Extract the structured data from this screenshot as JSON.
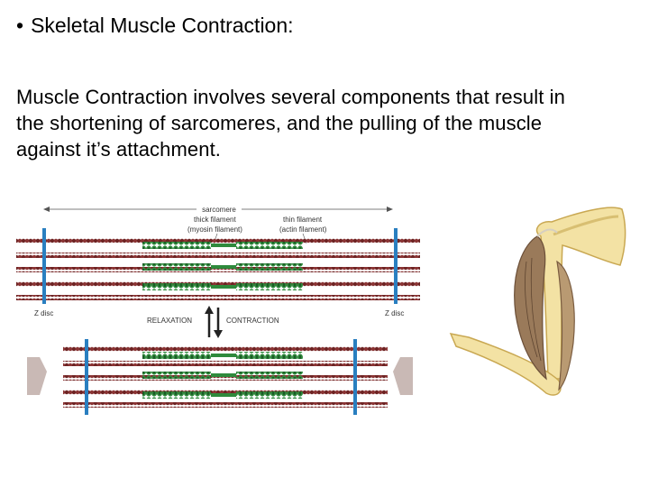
{
  "slide": {
    "bullet": "•",
    "heading": "Skeletal Muscle Contraction:",
    "body": "Muscle Contraction involves several components that result in the shortening of sarcomeres, and the pulling of the muscle against it’s attachment."
  },
  "diagram": {
    "sarcomere_label": "sarcomere",
    "thick_label_1": "thick filament",
    "thick_label_2": "(myosin filament)",
    "thin_label_1": "thin filament",
    "thin_label_2": "(actin filament)",
    "z_disc_left": "Z disc",
    "z_disc_right": "Z disc",
    "relaxation": "RELAXATION",
    "contraction": "CONTRACTION"
  },
  "colors": {
    "z_disc": "#2a7fc0",
    "actin": "#7a2a2a",
    "myosin": "#2e8a3c",
    "arrow_gray": "#c9b9b5",
    "bone": "#f3e2a4",
    "muscle": "#9a7a5a"
  }
}
